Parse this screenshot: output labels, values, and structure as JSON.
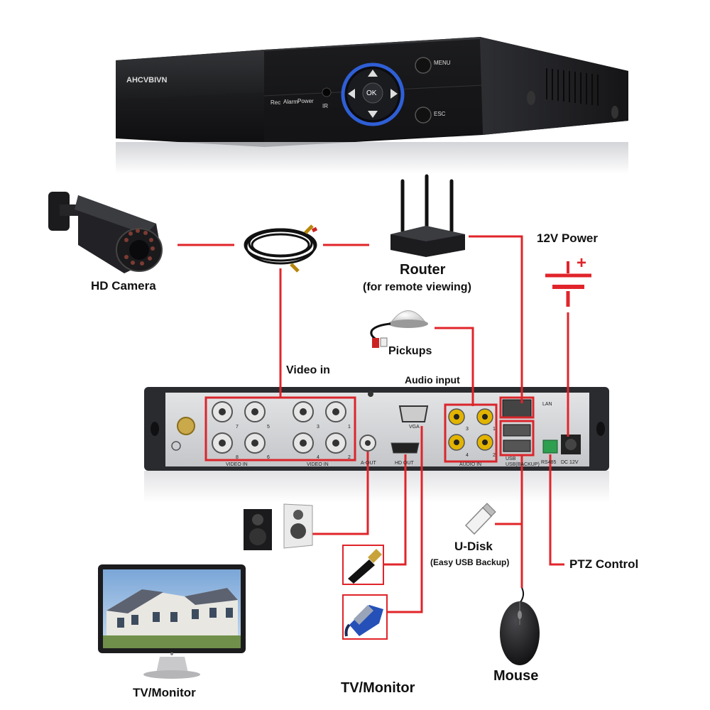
{
  "dvr_front": {
    "brand": "AHCVBIVN",
    "indicators": [
      "Rec",
      "Alarm",
      "Power"
    ],
    "ir_label": "IR",
    "ok_label": "OK",
    "menu_label": "MENU",
    "esc_label": "ESC"
  },
  "labels": {
    "hd_camera": "HD Camera",
    "router": "Router",
    "router_sub": "(for remote viewing)",
    "power": "12V Power",
    "power_plus": "+",
    "pickups": "Pickups",
    "video_in": "Video in",
    "audio_input": "Audio input",
    "u_disk": "U-Disk",
    "u_disk_sub": "(Easy USB Backup)",
    "ptz": "PTZ Control",
    "tv_monitor_left": "TV/Monitor",
    "tv_monitor_center": "TV/Monitor",
    "mouse": "Mouse"
  },
  "dvr_back": {
    "video_in_label_left": "VIDEO IN",
    "video_in_label_right": "VIDEO IN",
    "channel_numbers_left_top": [
      "7",
      "5"
    ],
    "channel_numbers_left_bottom": [
      "8",
      "6"
    ],
    "channel_numbers_right_top": [
      "3",
      "1"
    ],
    "channel_numbers_right_bottom": [
      "4",
      "2"
    ],
    "aout_label": "A-OUT",
    "hdout_label": "HD OUT",
    "vga_label": "VGA",
    "audio_in_label": "AUDIO IN",
    "audio_numbers": [
      "3",
      "1",
      "4",
      "2"
    ],
    "lan_label": "LAN",
    "usb_label": "USB",
    "usb_backup_label": "USB(BACKUP)",
    "rs485_label": "RS485",
    "dc_label": "DC 12V"
  },
  "colors": {
    "connector_line": "#e0242a",
    "highlight_box": "#d9262c",
    "device_dark": "#1c1c1e",
    "panel_light": "#d6d8db"
  }
}
